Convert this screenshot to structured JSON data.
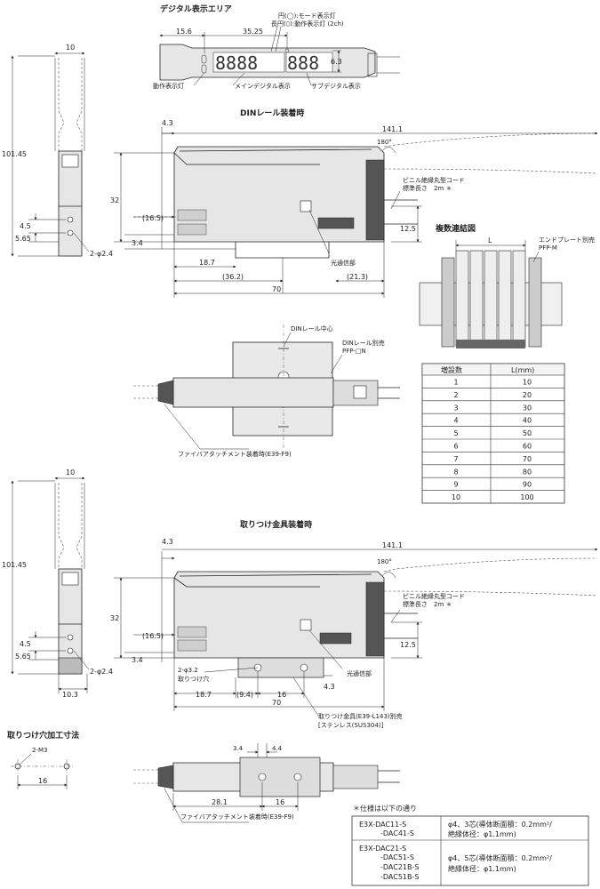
{
  "titles": {
    "digital_area": "デジタル表示エリア",
    "din_mount": "DINレール装着時",
    "multi_connect": "複数連結図",
    "bracket_mount": "取りつけ金具装着時",
    "hole_dims": "取りつけ穴加工寸法"
  },
  "digital_area": {
    "dim_15_6": "15.6",
    "dim_35_25": "35.25",
    "dim_6_3": "6.3",
    "legend_circle": "円(◯):モード表示灯",
    "legend_oval": "長円(⬯):動作表示灯 (2ch)",
    "label_op_indicator": "動作表示灯",
    "label_main_display": "メインデジタル表示",
    "label_sub_display": "サブデジタル表示"
  },
  "din_view": {
    "dim_10": "10",
    "dim_101_45": "101.45",
    "dim_4_5": "4.5",
    "dim_5_65": "5.65",
    "dim_2phi2_4": "2-φ2.4",
    "dim_4_3": "4.3",
    "dim_141_1": "141.1",
    "dim_180deg": "180°",
    "dim_32": "32",
    "dim_16_5": "(16.5)",
    "dim_3_4": "3.4",
    "dim_18_7": "18.7",
    "dim_36_2": "(36.2)",
    "dim_21_3": "(21.3)",
    "dim_70": "70",
    "dim_12_5": "12.5",
    "cord_line1": "ビニル絶縁丸型コード",
    "cord_line2": "標準長さ　2m ＊",
    "light_comm": "光通信部",
    "din_center": "DINレール中心",
    "din_rail_line1": "DINレール別売",
    "din_rail_line2": "PFP-□N",
    "fiber_attach": "ファイバアタッチメント装着時(E39-F9)"
  },
  "multi": {
    "dim_L": "L",
    "end_plate_line1": "エンドプレート別売",
    "end_plate_line2": "PFP-M",
    "table_headers": [
      "増設数",
      "L(mm)"
    ],
    "table_rows": [
      [
        "1",
        "10"
      ],
      [
        "2",
        "20"
      ],
      [
        "3",
        "30"
      ],
      [
        "4",
        "40"
      ],
      [
        "5",
        "50"
      ],
      [
        "6",
        "60"
      ],
      [
        "7",
        "70"
      ],
      [
        "8",
        "80"
      ],
      [
        "9",
        "90"
      ],
      [
        "10",
        "100"
      ]
    ]
  },
  "bracket_view": {
    "dim_10": "10",
    "dim_101_45": "101.45",
    "dim_4_5": "4.5",
    "dim_5_65": "5.65",
    "dim_2phi2_4": "2-φ2.4",
    "dim_10_3": "10.3",
    "dim_4_3": "4.3",
    "dim_141_1": "141.1",
    "dim_180deg": "180°",
    "dim_32": "32",
    "dim_16_5": "(16.5)",
    "dim_3_4": "3.4",
    "dim_2phi3_2": "2-φ3.2",
    "hole_label": "取りつけ穴",
    "dim_18_7": "18.7",
    "dim_9_4": "(9.4)",
    "dim_16": "16",
    "dim_70": "70",
    "dim_4_3b": "4.3",
    "dim_12_5": "12.5",
    "cord_line1": "ビニル絶縁丸型コード",
    "cord_line2": "標準長さ　2m ＊",
    "light_comm": "光通信部",
    "bracket_line1": "取りつけ金具(E39-L143)別売",
    "bracket_line2": "[ステンレス(SUS304)]"
  },
  "hole_view": {
    "dim_2m3": "2-M3",
    "dim_16": "16"
  },
  "bottom_view": {
    "dim_3_4": "3.4",
    "dim_4_4": "4.4",
    "dim_28_1": "28.1",
    "dim_16": "16",
    "fiber_attach": "ファイバアタッチメント装着時(E39-F9)"
  },
  "spec": {
    "header": "＊仕様は以下の通り",
    "rows": [
      {
        "models": [
          "E3X-DAC11-S",
          "-DAC41-S"
        ],
        "desc1": "φ4、3芯(導体断面積：0.2mm²/",
        "desc2": "絶縁体径：φ1.1mm)"
      },
      {
        "models": [
          "E3X-DAC21-S",
          "-DAC51-S",
          "-DAC21B-S",
          "-DAC51B-S"
        ],
        "desc1": "φ4、5芯(導体断面積：0.2mm²/",
        "desc2": "絶縁体径：φ1.1mm)"
      }
    ]
  }
}
